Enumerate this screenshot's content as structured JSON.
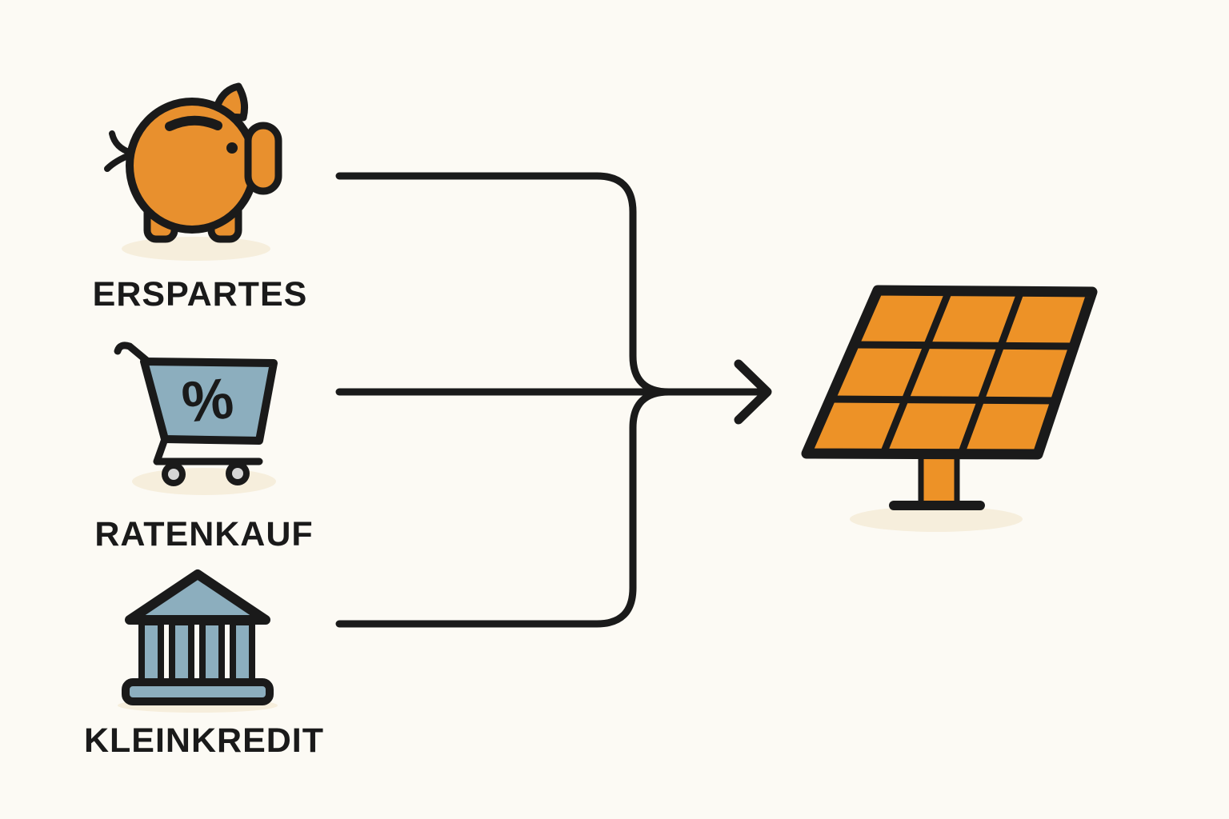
{
  "diagram": {
    "background": "#FCFAF4",
    "colors": {
      "ink": "#1A1A1A",
      "pig_orange": "#E8902E",
      "panel_orange": "#ED9227",
      "blue_gray": "#8CAEBE",
      "shadow_cream": "#F6EEDC",
      "wheel_gray": "#D6D6D6"
    },
    "sources": [
      {
        "label": "ERSPARTES",
        "icon": "piggy-bank-icon"
      },
      {
        "label": "RATENKAUF",
        "icon": "shopping-cart-icon",
        "symbol": "%"
      },
      {
        "label": "KLEINKREDIT",
        "icon": "bank-icon"
      }
    ],
    "target": {
      "icon": "solar-panel-icon"
    },
    "flow": {
      "from": [
        "ERSPARTES",
        "RATENKAUF",
        "KLEINKREDIT"
      ],
      "to": "solar-panel",
      "type": "merge",
      "direction": "left-to-right",
      "arrow": true
    }
  }
}
